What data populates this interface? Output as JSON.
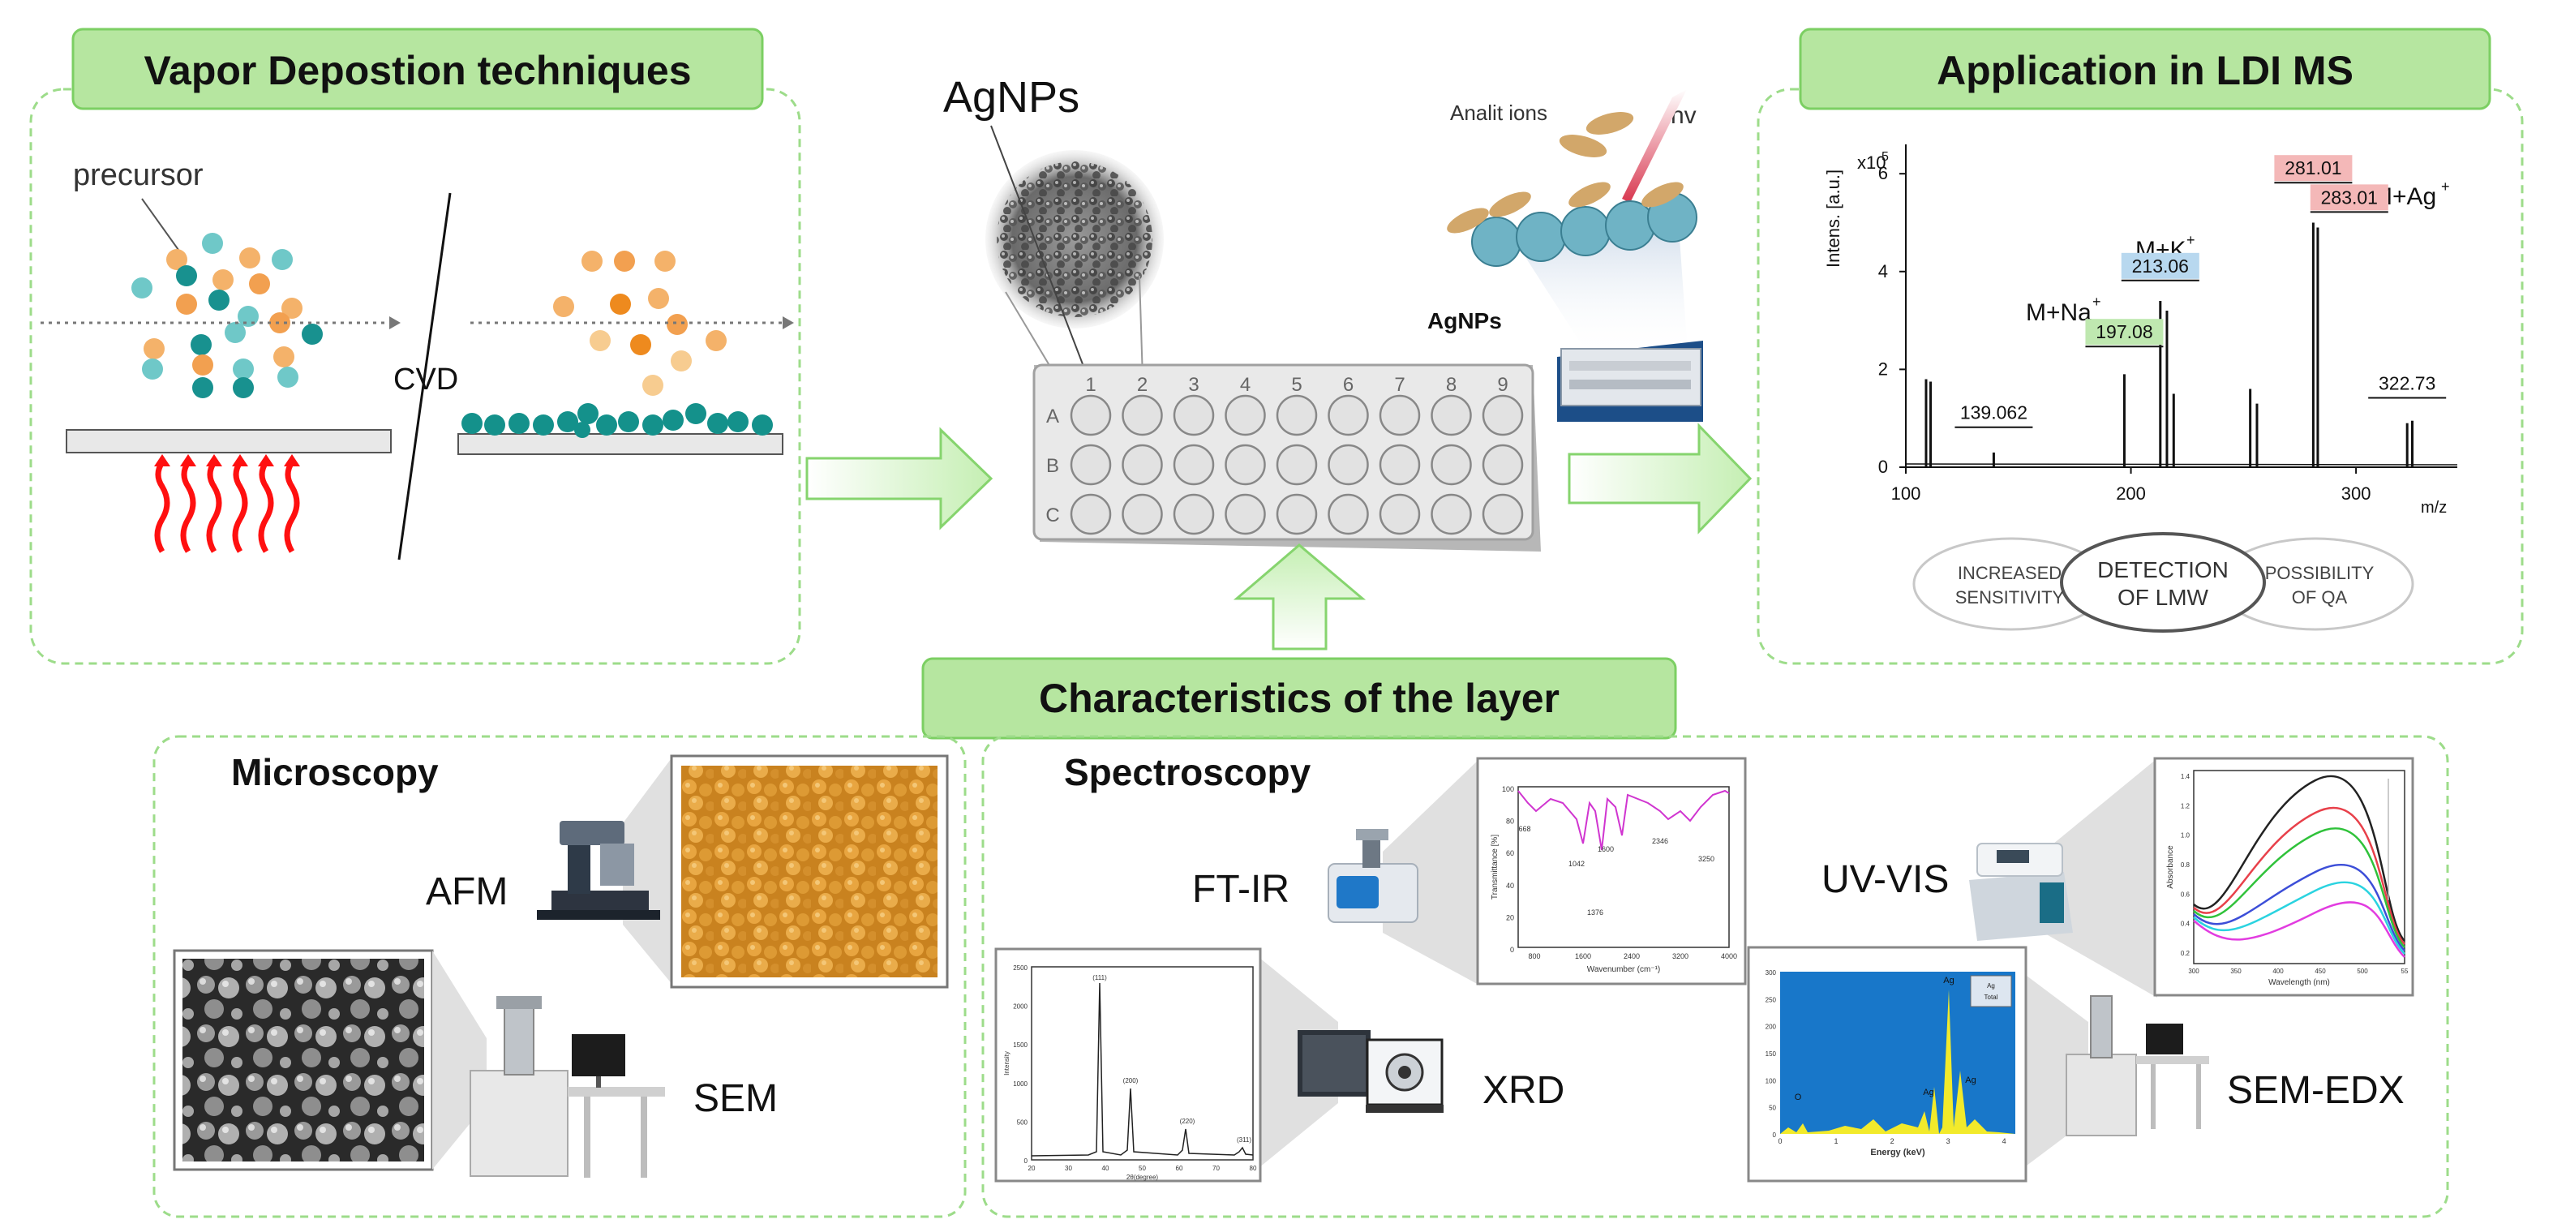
{
  "panels": {
    "vapor": {
      "title": "Vapor Depostion techniques",
      "precursor": "precursor",
      "cvd": "CVD"
    },
    "center": {
      "agnps": "AgNPs",
      "analyte_ions": "Analit ions",
      "hv": "hv",
      "agnps_small": "AgNPs",
      "plate_cols": [
        "1",
        "2",
        "3",
        "4",
        "5",
        "6",
        "7",
        "8",
        "9"
      ],
      "plate_rows": [
        "A",
        "B",
        "C"
      ]
    },
    "application": {
      "title": "Application in LDI MS"
    },
    "layer": {
      "title": "Characteristics of the layer"
    },
    "microscopy": {
      "title": "Microscopy",
      "afm": "AFM",
      "sem": "SEM"
    },
    "spectroscopy": {
      "title": "Spectroscopy",
      "ftir": "FT-IR",
      "xrd": "XRD",
      "uvvis": "UV-VIS",
      "semedx": "SEM-EDX"
    }
  },
  "ms": {
    "ylabel": "Intens. [a.u.]",
    "scale": "x10",
    "scale_exp": "5",
    "xunit": "m/z",
    "xticks": [
      "100",
      "200",
      "300"
    ],
    "yticks": [
      "0",
      "2",
      "4",
      "6"
    ],
    "label_mna": "M+Na",
    "label_mk": "M+K",
    "label_mag": "M+Ag",
    "sup": "+",
    "peaks": [
      {
        "mz": 109,
        "i": 1.8
      },
      {
        "mz": 111,
        "i": 1.75
      },
      {
        "mz": 139.062,
        "i": 0.3
      },
      {
        "mz": 197.08,
        "i": 1.9
      },
      {
        "mz": 213.06,
        "i": 3.4
      },
      {
        "mz": 216,
        "i": 3.2
      },
      {
        "mz": 219,
        "i": 1.5
      },
      {
        "mz": 253,
        "i": 1.6
      },
      {
        "mz": 256,
        "i": 1.3
      },
      {
        "mz": 281.01,
        "i": 5.0
      },
      {
        "mz": 283.01,
        "i": 4.9
      },
      {
        "mz": 322.73,
        "i": 0.9
      },
      {
        "mz": 325,
        "i": 0.95
      }
    ],
    "peak_labels": [
      "139.062",
      "197.08",
      "213.06",
      "281.01",
      "283.01",
      "322.73"
    ],
    "colors": {
      "green": "#bfe8b0",
      "blue": "#b8d8ef",
      "pink": "#f4b8b8"
    }
  },
  "ovals": {
    "left1": "INCREASED",
    "left2": "SENSITIVITY",
    "mid1": "DETECTION",
    "mid2": "OF LMW",
    "right1": "POSSIBILITY",
    "right2": "OF QA"
  },
  "ftir": {
    "ylabel": "Transmittance [%]",
    "xlabel": "Wavenumber (cm",
    "xlabel_end": ")",
    "xticks": [
      "800",
      "1600",
      "2400",
      "3200",
      "4000"
    ],
    "yticks": [
      "100",
      "80",
      "60",
      "40",
      "20",
      "0"
    ],
    "peaks": [
      "668",
      "1042",
      "1376",
      "1600",
      "2346",
      "3250"
    ]
  },
  "xrd": {
    "ylabel": "Intensity",
    "xlabel": "2θ(degree)",
    "yticks": [
      "2500",
      "2000",
      "1500",
      "1000",
      "500",
      "0"
    ],
    "xticks": [
      "20",
      "30",
      "40",
      "50",
      "60",
      "70",
      "80"
    ],
    "peaks": [
      "(111)",
      "(200)",
      "(220)",
      "(311)"
    ]
  },
  "uvvis": {
    "ylabel": "Absorbance",
    "xlabel": "Wavelength (nm)",
    "yticks": [
      "1.4",
      "1.2",
      "1.0",
      "0.8",
      "0.6",
      "0.4",
      "0.2"
    ],
    "xticks": [
      "300",
      "350",
      "400",
      "450",
      "500",
      "55"
    ],
    "colors": [
      "#222222",
      "#e8404a",
      "#2fc23a",
      "#3c4ed8",
      "#2ad3e0",
      "#e23ce0"
    ]
  },
  "edx": {
    "xlabel": "Energy (keV)",
    "xticks": [
      "0",
      "1",
      "2",
      "3",
      "4"
    ],
    "yticks": [
      "300",
      "250",
      "200",
      "150",
      "100",
      "50",
      "0"
    ],
    "labels": [
      "O",
      "Ag",
      "Ag",
      "Ag"
    ],
    "legend": [
      "Ag",
      "Total"
    ],
    "colors": {
      "bg": "#1877c9",
      "fill": "#f2ea2b"
    }
  },
  "colors": {
    "green_title": "#b6e6a0",
    "green_border": "#7ccf63",
    "panel_border": "#9ddc8a"
  }
}
